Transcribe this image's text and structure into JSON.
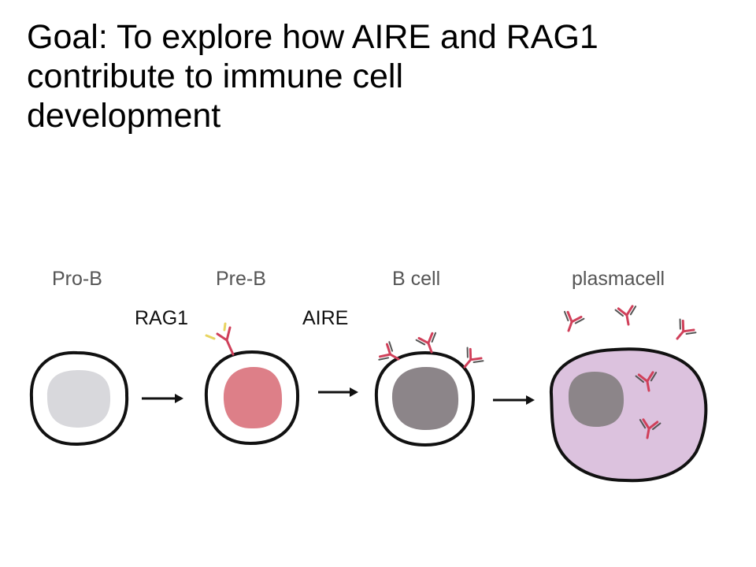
{
  "slide": {
    "title_lines": [
      "Goal: To explore how AIRE and RAG1",
      "contribute to immune cell",
      "development"
    ]
  },
  "diagram": {
    "stages": [
      "Pro-B",
      "Pre-B",
      "B cell",
      "plasmacell"
    ],
    "factors": [
      "RAG1",
      "AIRE"
    ],
    "colors": {
      "outline": "#111111",
      "membrane_fill": "#ffffff",
      "pro_b_nucleus": "#d8d8dc",
      "pre_b_nucleus": "#dd7f88",
      "b_cell_nucleus": "#8c8589",
      "plasma_cytoplasm": "#dcc2de",
      "plasma_nucleus": "#8c8589",
      "antibody_red": "#d0405a",
      "antibody_gray": "#555555",
      "antibody_yellow": "#e8d460"
    },
    "icons": [
      "arrow-right-icon",
      "antibody-icon"
    ]
  }
}
